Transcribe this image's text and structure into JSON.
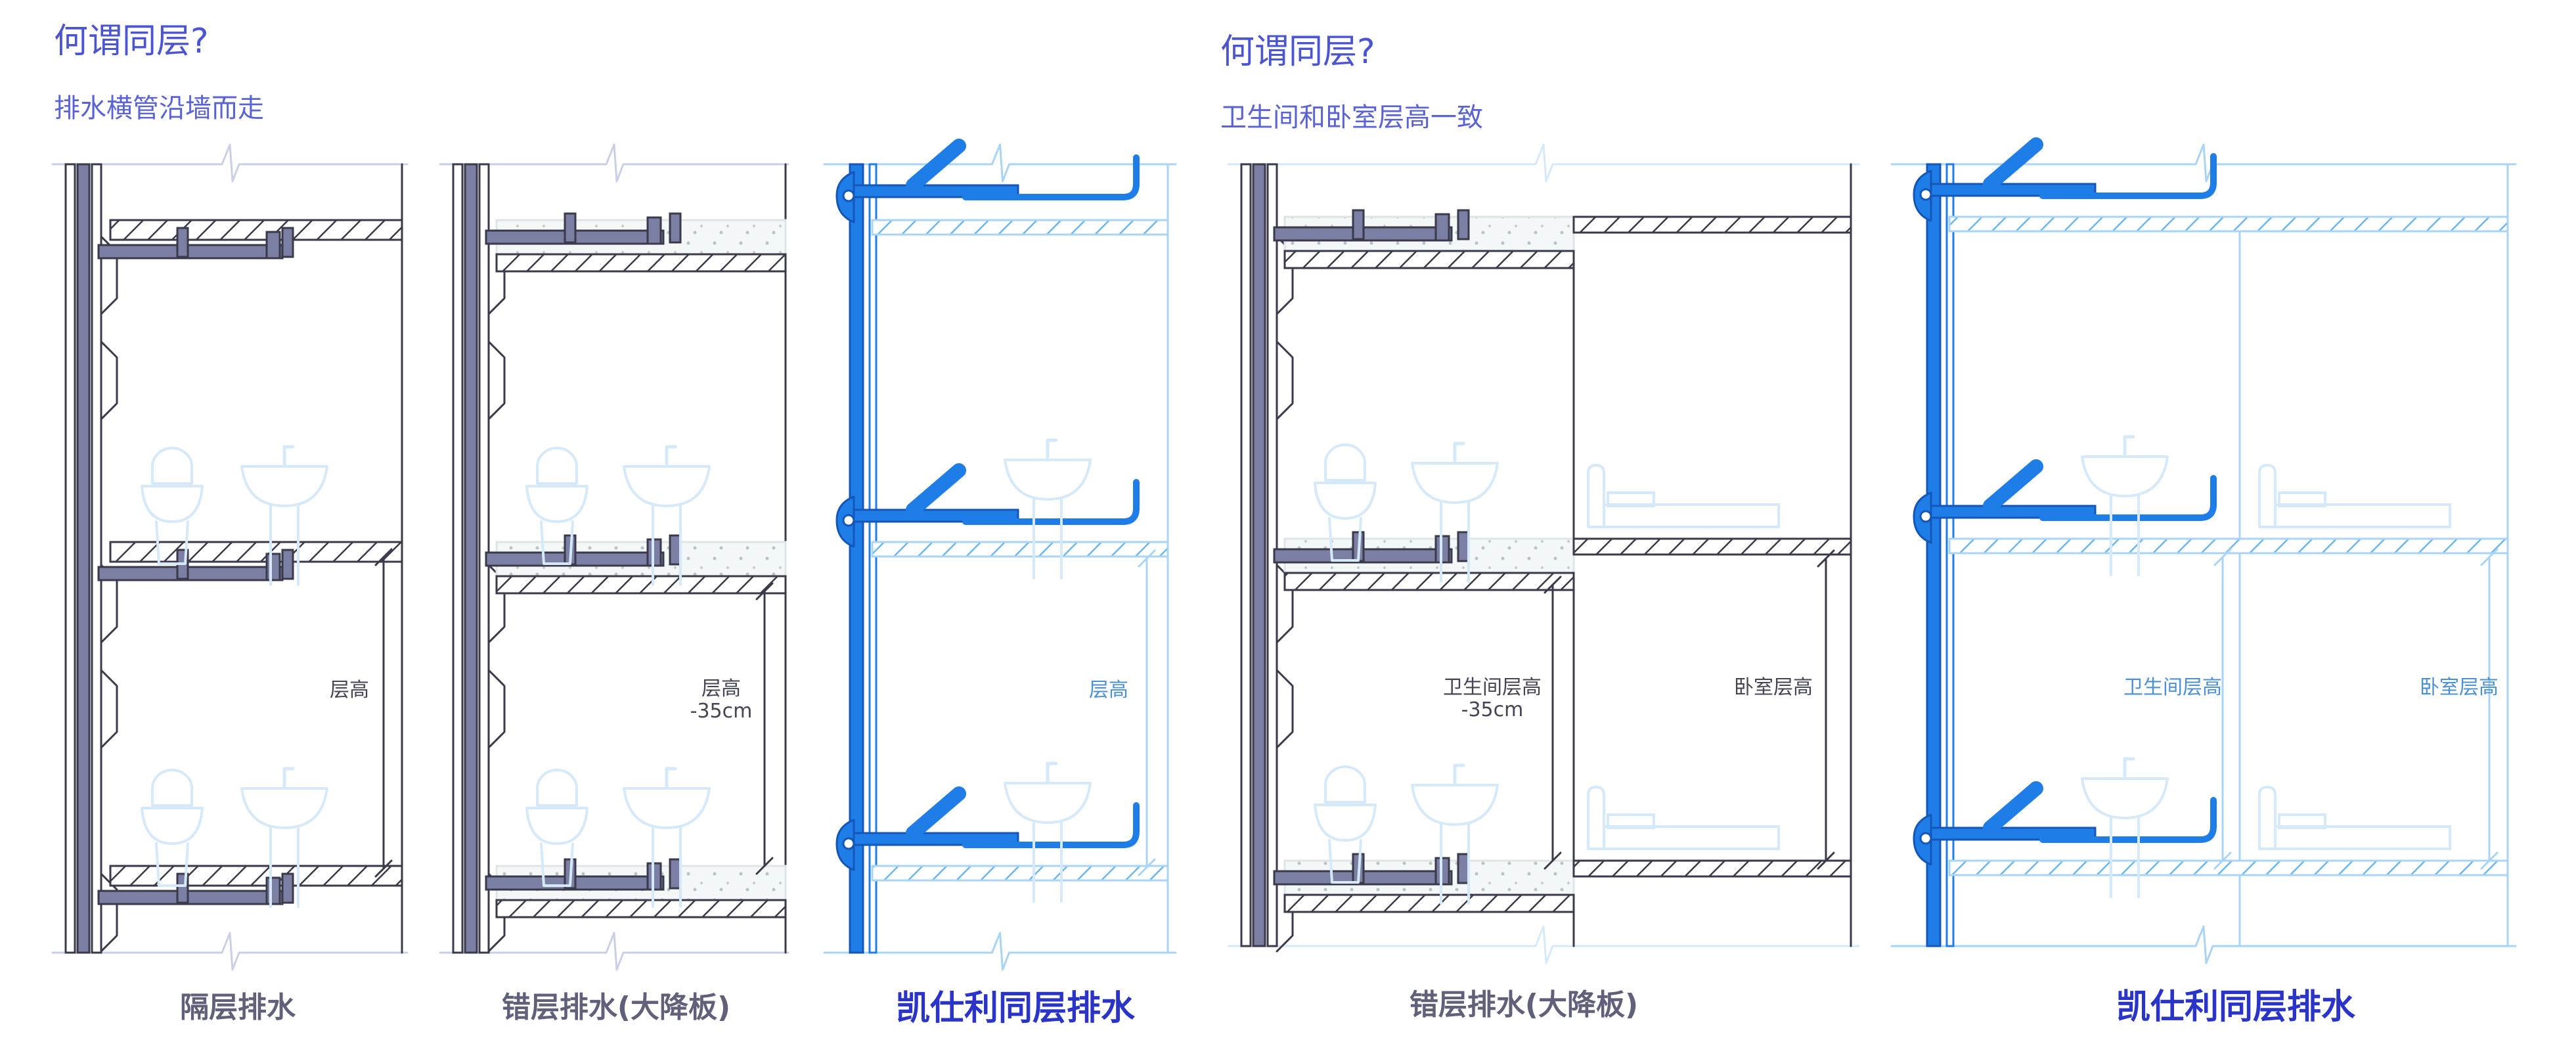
{
  "left_section": {
    "title": "何谓同层?",
    "subtitle": "排水横管沿墙而走",
    "panels": [
      {
        "caption": "隔层排水",
        "height_label": "层高",
        "height_sub": ""
      },
      {
        "caption": "错层排水(大降板)",
        "height_label": "层高",
        "height_sub": "-35cm"
      },
      {
        "caption": "凯仕利同层排水",
        "height_label": "层高",
        "height_sub": ""
      }
    ]
  },
  "right_section": {
    "title": "何谓同层?",
    "subtitle": "卫生间和卧室层高一致",
    "panels": [
      {
        "caption": "错层排水(大降板)",
        "bath_label": "卫生间层高",
        "bath_sub": "-35cm",
        "bed_label": "卧室层高"
      },
      {
        "caption": "凯仕利同层排水",
        "bath_label": "卫生间层高",
        "bath_sub": "",
        "bed_label": "卧室层高"
      }
    ]
  },
  "colors": {
    "grey_line": "#3a3a4a",
    "grey_pipe": "#7b7fa3",
    "blue_pipe": "#1f7de8",
    "light_blue": "#a9d4f5",
    "ghost_blue": "#d6e9f9",
    "title_blue": "#4b55d1",
    "caption_grey": "#60607a",
    "caption_blue": "#2b34c9"
  }
}
